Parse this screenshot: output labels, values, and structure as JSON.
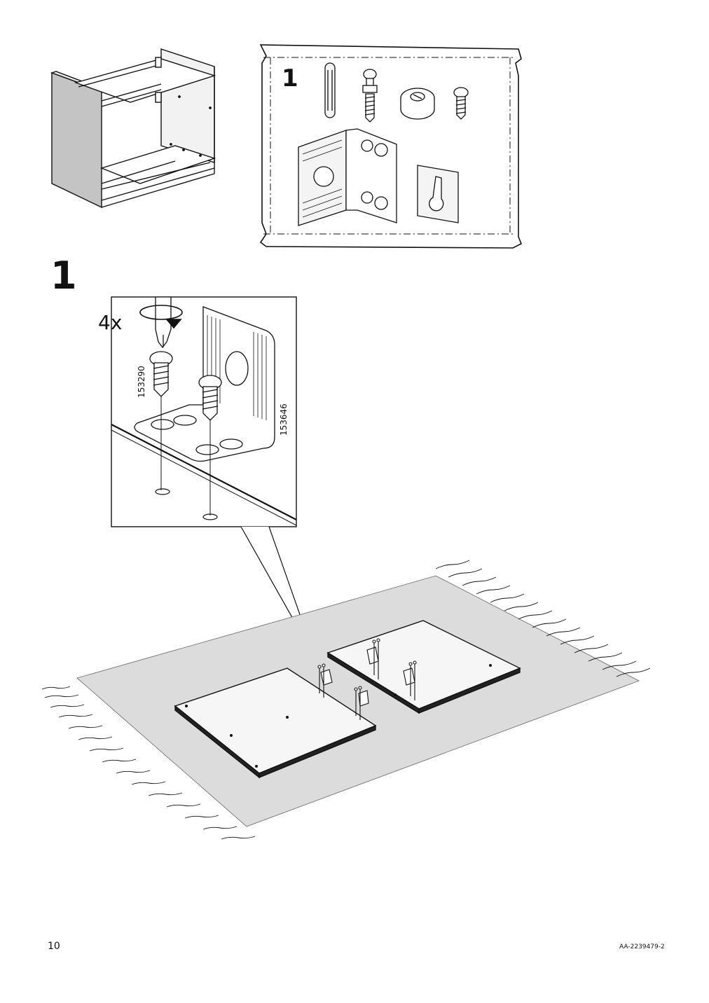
{
  "page": {
    "page_number": "10",
    "document_id": "AA-2239479-2"
  },
  "parts_box": {
    "step_label": "1"
  },
  "step": {
    "number": "1",
    "detail": {
      "quantity": "4x",
      "screw_part_number": "153290",
      "bracket_part_number": "153646"
    }
  },
  "colors": {
    "line": "#111111",
    "floor_mat": "#dcdcdc",
    "panel": "#f4f4f4",
    "cabinet_side": "#bdbdbd"
  }
}
